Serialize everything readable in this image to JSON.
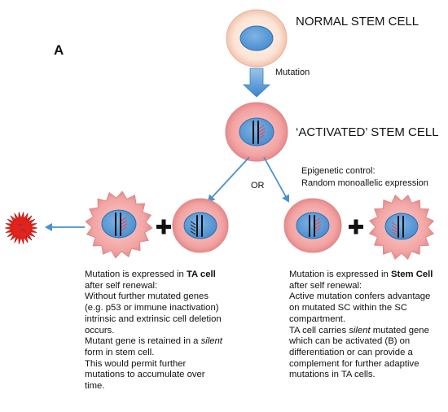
{
  "panel_letter": "A",
  "nodes": {
    "normal": "NORMAL STEM CELL",
    "mutation": "Mutation",
    "activated": "‘ACTIVATED’ STEM CELL",
    "or": "OR",
    "epigenetic_line1": "Epigenetic control:",
    "epigenetic_line2": "Random monoallelic expression"
  },
  "left_text": {
    "l1a": "Mutation is expressed in ",
    "l1b": "TA cell",
    "l2": "after self renewal:",
    "l3": "Without further mutated genes",
    "l4": "(e.g. p53 or immune inactivation)",
    "l5": "intrinsic and extrinsic cell deletion",
    "l6": "occurs.",
    "l7": "Mutant gene is retained in a ",
    "l7i": "silent",
    "l8": "form in stem cell.",
    "l9": "This would permit further",
    "l10": "mutations to accumulate over",
    "l11": "time."
  },
  "right_text": {
    "r1a": "Mutation is expressed in ",
    "r1b": "Stem Cell",
    "r2": "after self renewal:",
    "r3": "Active mutation confers advantage",
    "r4": "on mutated SC within the SC",
    "r5": "compartment.",
    "r6a": "TA cell carries ",
    "r6i": "silent",
    "r6b": " mutated gene",
    "r7": "which can be activated (B) on",
    "r8": "differentiation or can provide a",
    "r9": "complement for further adaptive",
    "r10": "mutations in TA cells."
  },
  "colors": {
    "cell_outer": "#f3a8a8",
    "cell_outer_light": "#fbe7dd",
    "nucleus": "#5b9bd5",
    "arrow": "#5b9bd5",
    "dead_cell": "#e0241b",
    "hatch": "#e05060"
  }
}
